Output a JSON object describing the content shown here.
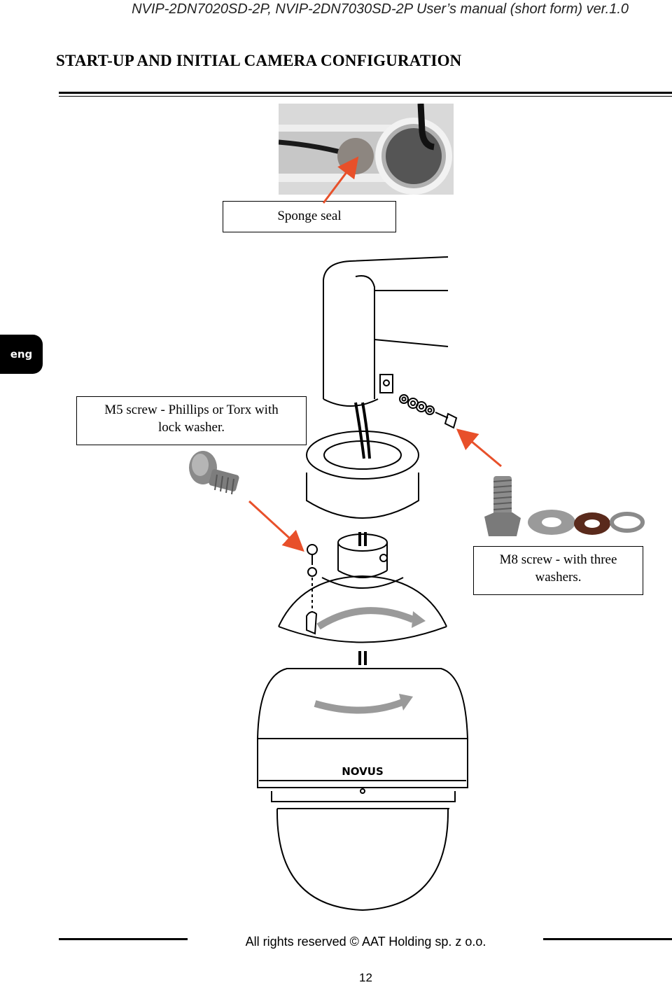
{
  "header": {
    "title": "NVIP-2DN7020SD-2P, NVIP-2DN7030SD-2P User’s manual (short form) ver.1.0"
  },
  "section": {
    "title": "START-UP AND INITIAL CAMERA CONFIGURATION"
  },
  "language_tab": {
    "label": "eng"
  },
  "labels": {
    "sponge_seal": "Sponge seal",
    "m5_screw_line1": "M5 screw - Phillips or Torx with",
    "m5_screw_line2": "lock washer.",
    "m8_screw_line1": "M8 screw - with three",
    "m8_screw_line2": "washers."
  },
  "diagram": {
    "brand_logo": "NOVUS"
  },
  "footer": {
    "copyright": "All rights reserved © AAT Holding sp. z o.o.",
    "page_number": "12"
  },
  "colors": {
    "arrow": "#e8502a",
    "text": "#000000"
  }
}
